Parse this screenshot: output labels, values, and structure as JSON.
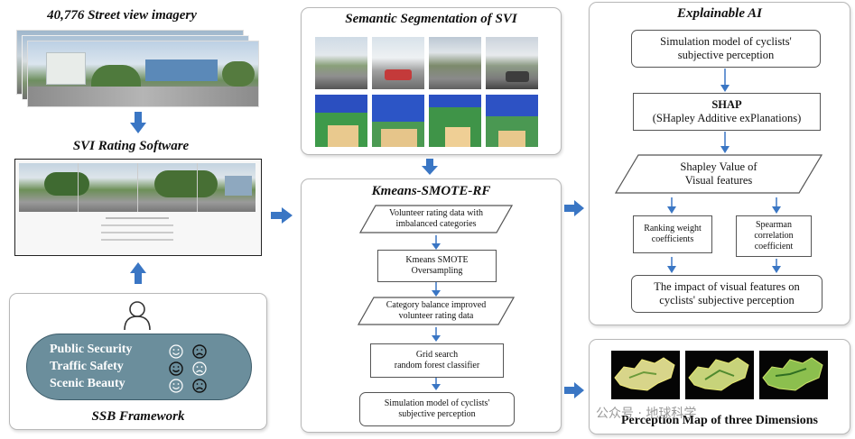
{
  "left": {
    "svi_title": "40,776 Street view imagery",
    "rating_title": "SVI Rating Software",
    "ssb_title": "SSB Framework",
    "ssb_items": [
      "Public Security",
      "Traffic Safety",
      "Scenic Beauty"
    ]
  },
  "middle": {
    "seg_title": "Semantic Segmentation of SVI",
    "kmeans_title": "Kmeans-SMOTE-RF",
    "steps": {
      "step1_l1": "Volunteer rating data with",
      "step1_l2": "imbalanced  categories",
      "step2_l1": "Kmeans SMOTE",
      "step2_l2": "Oversampling",
      "step3_l1": "Category balance improved",
      "step3_l2": "volunteer rating data",
      "step4_l1": "Grid search",
      "step4_l2": "random forest classifier",
      "step5_l1": "Simulation model of cyclists'",
      "step5_l2": "subjective perception"
    }
  },
  "right": {
    "xai_title": "Explainable AI",
    "sim_l1": "Simulation model of cyclists'",
    "sim_l2": "subjective perception",
    "shap_title": "SHAP",
    "shap_sub": "(SHapley Additive exPlanations)",
    "shapley_l1": "Shapley Value of",
    "shapley_l2": "Visual features",
    "rank_l1": "Ranking weight",
    "rank_l2": "coefficients",
    "spear_l1": "Spearman",
    "spear_l2": "correlation",
    "spear_l3": "coefficient",
    "impact_l1": "The impact of visual features on",
    "impact_l2": "cyclists' subjective perception",
    "map_title": "Perception Map of three Dimensions"
  },
  "watermark": "公众号 · 地球科学",
  "colors": {
    "arrow": "#3a76c4",
    "ssb_fill": "#6b8e9c"
  }
}
